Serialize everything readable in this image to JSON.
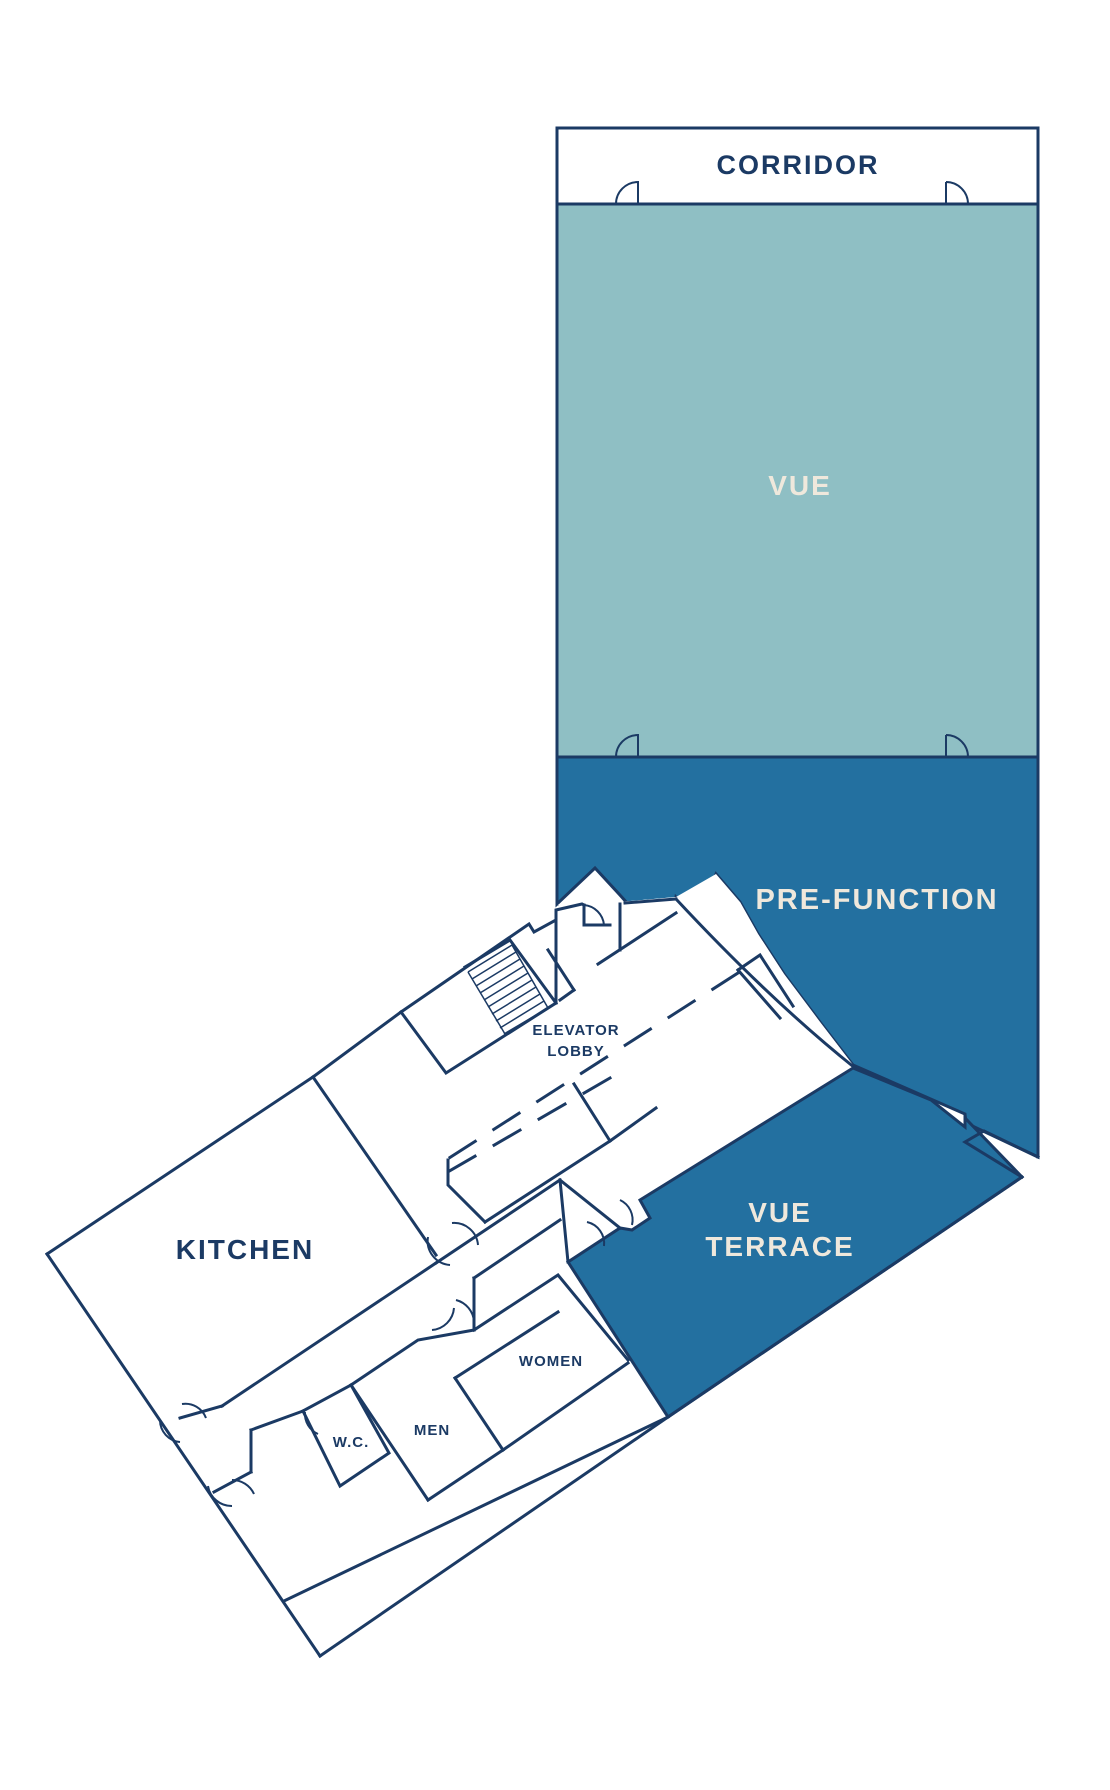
{
  "colors": {
    "wall": "#1b3a64",
    "vue_fill": "#8fbfc4",
    "dark_fill": "#2370a0",
    "light_text": "#efe8dc",
    "dark_text": "#1b3a64"
  },
  "rooms": {
    "corridor": "CORRIDOR",
    "vue": "VUE",
    "pre_function": "PRE-FUNCTION",
    "vue_terrace_line1": "VUE",
    "vue_terrace_line2": "TERRACE",
    "elevator_lobby_line1": "ELEVATOR",
    "elevator_lobby_line2": "LOBBY",
    "kitchen": "KITCHEN",
    "women": "WOMEN",
    "men": "MEN",
    "wc": "W.C."
  }
}
